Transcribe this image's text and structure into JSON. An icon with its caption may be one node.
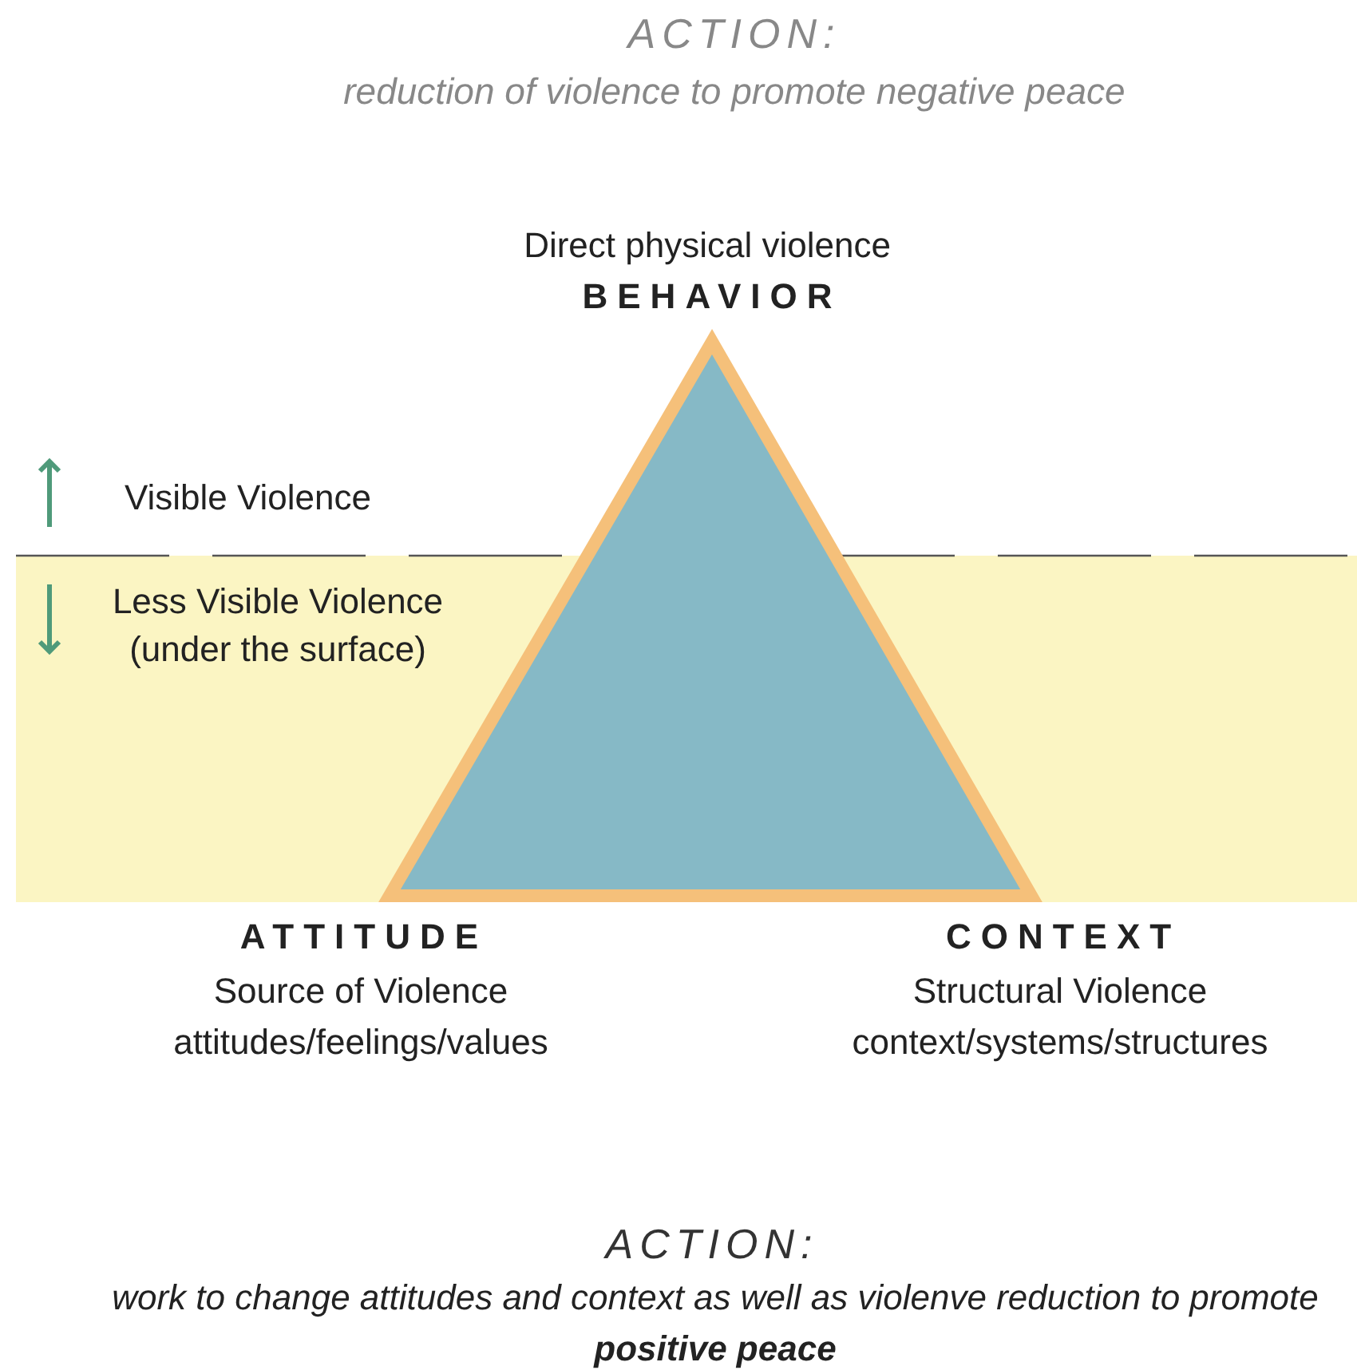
{
  "diagram": {
    "labels": [
      "ACTION:",
      "reduction of violence to promote negative peace",
      "Direct physical violence",
      "BEHAVIOR",
      "Visible Violence",
      "Less Visible Violence (under the surface)",
      "ATTITUDE",
      "Source of Violence",
      "attitudes/feelings/values",
      "CONTEXT",
      "Structural Violence",
      "context/systems/structures",
      "ACTION:",
      "work to change attitudes and context as well as violenve reduction to promote **positive peace**"
    ]
  }
}
